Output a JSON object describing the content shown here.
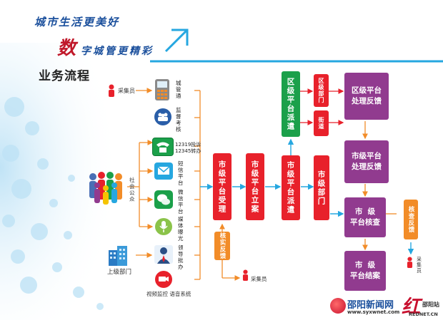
{
  "slogan": {
    "line1": "城市生活更美好",
    "line2_big": "数",
    "line2_rest": "字城管更精彩"
  },
  "title": "业务流程",
  "left": {
    "collector_top": "采集员",
    "public": "社会公众",
    "upper_dept": "上级部门",
    "collector_bottom": "采集员"
  },
  "channels": [
    {
      "label": "城\n管\n通",
      "icon": "phone-icon"
    },
    {
      "label": "监\n督\n考\n核",
      "icon": "people-icon"
    },
    {
      "label": "12319投诉\n12345转办",
      "icon": "hotline-icon"
    },
    {
      "label": "短\n信\n平\n台",
      "icon": "sms-icon"
    },
    {
      "label": "微\n信\n平\n台",
      "icon": "wechat-icon"
    },
    {
      "label": "媒\n体\n曝\n光",
      "icon": "microphone-icon"
    },
    {
      "label": "领\n导\n批\n办",
      "icon": "leader-icon"
    }
  ],
  "monitor_label": "视频监控  语音系统",
  "boxes": {
    "accept": "市级平台受理",
    "verify": "核实反馈",
    "register": "市级平台立案",
    "dispatch_city": "市级平台派遣",
    "dispatch_district": "区级平台派遣",
    "city_dept": "市级部门",
    "district_dept": "区级部门",
    "street": "街道",
    "district_feedback": "区级平台\n处理反馈",
    "city_feedback": "市级平台\n处理反馈",
    "check": "市  级\n平台核查",
    "recheck": "核查反馈",
    "close": "市  级\n平台结案",
    "collector_right": "采集员"
  },
  "watermark": {
    "site1": "邵阳新闻网",
    "site1_url": "www.syxwnet.com",
    "site2_char": "红",
    "site2_name": "邵阳站",
    "site2_url": "REDNET.CN"
  },
  "colors": {
    "red": "#e8212b",
    "green": "#1ba04a",
    "purple": "#913b8f",
    "orange": "#f28c28",
    "blue_arrow": "#26a7e0",
    "title_blue": "#1a4f9c"
  }
}
